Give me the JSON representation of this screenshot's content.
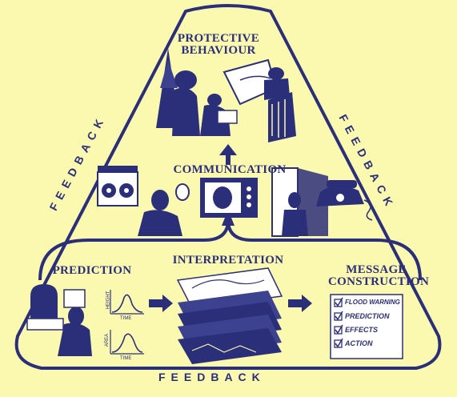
{
  "labels": {
    "protective": [
      "PROTECTIVE",
      "BEHAVIOUR"
    ],
    "communication": "COMMUNICATION",
    "prediction": "PREDICTION",
    "interpretation": "INTERPRETATION",
    "message": [
      "MESSAGE",
      "CONSTRUCTION"
    ]
  },
  "feedback": {
    "left": "FEEDBACK",
    "right": "FEEDBACK",
    "bottom": "FEEDBACK"
  },
  "graphs": {
    "upper_axis": "HEIGHT",
    "upper_time": "TIME",
    "lower_axis": "AREA",
    "lower_time": "TIME"
  },
  "checklist": [
    "FLOOD WARNING",
    "PREDICTION",
    "EFFECTS",
    "ACTION"
  ],
  "colors": {
    "background": "#fbf8b0",
    "ink": "#2b2f7a"
  }
}
